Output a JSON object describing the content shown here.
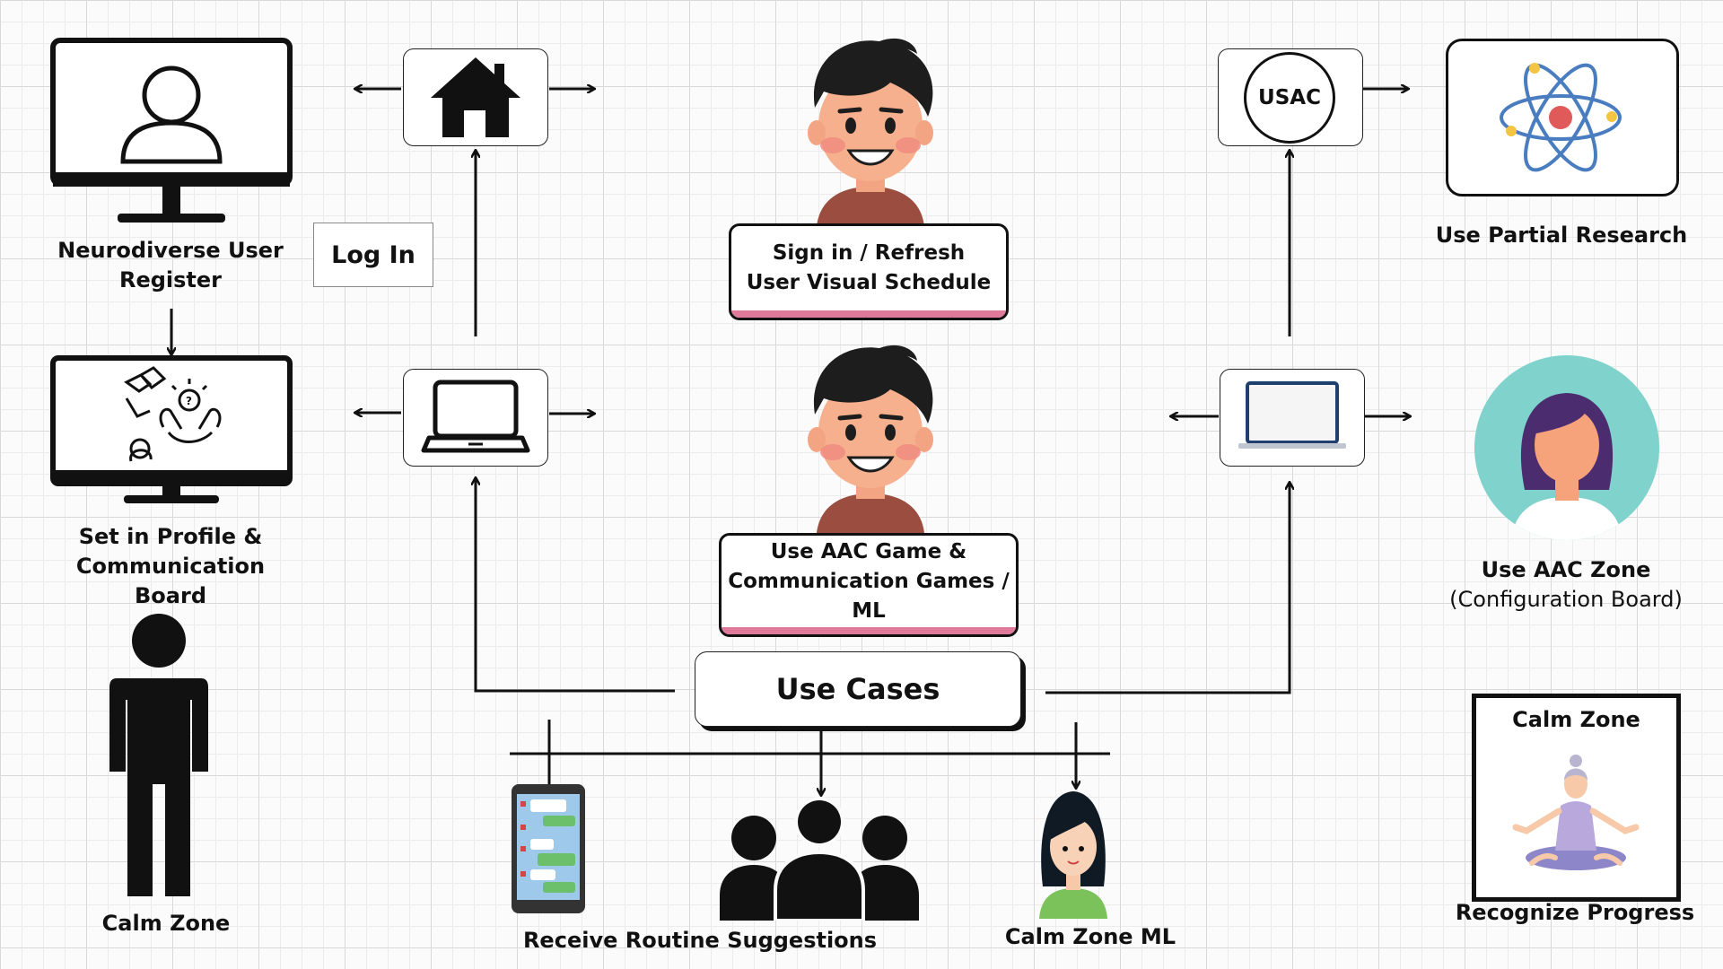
{
  "labels": {
    "register_line1": "Neurodiverse User",
    "register_line2": "Register",
    "login": "Log In",
    "sign_in_line1": "Sign in / Refresh",
    "sign_in_line2": "User Visual Schedule",
    "usac": "USAC",
    "partial_research": "Use Partial Research",
    "profile_line1": "Set in Profile &",
    "profile_line2": "Communication Board",
    "aac_game_line1": "Use AAC Game &",
    "aac_game_line2": "Communication Games /",
    "aac_game_line3": "ML",
    "aac_zone_line1": "Use AAC Zone",
    "aac_zone_line2": "(Configuration Board)",
    "use_cases": "Use Cases",
    "calm_zone_person": "Calm Zone",
    "routine": "Receive Routine Suggestions",
    "calm_zone_ml": "Calm Zone ML",
    "calm_zone_box_title": "Calm Zone",
    "recognize_progress": "Recognize Progress"
  },
  "icons": [
    "monitor-user-icon",
    "home-icon",
    "laptop-icon",
    "usac-badge",
    "atom-icon",
    "monitor-board-icon",
    "avatar-woman-icon",
    "person-silhouette-icon",
    "phone-chat-icon",
    "group-icon",
    "girl-avatar-icon",
    "meditation-icon",
    "boy-avatar-icon"
  ],
  "colors": {
    "accent_pink": "#e07a9a",
    "teal": "#7fd3cc",
    "skin": "#f6b08d",
    "hair": "#1d1d1d",
    "shirt": "#9b4e3f"
  }
}
